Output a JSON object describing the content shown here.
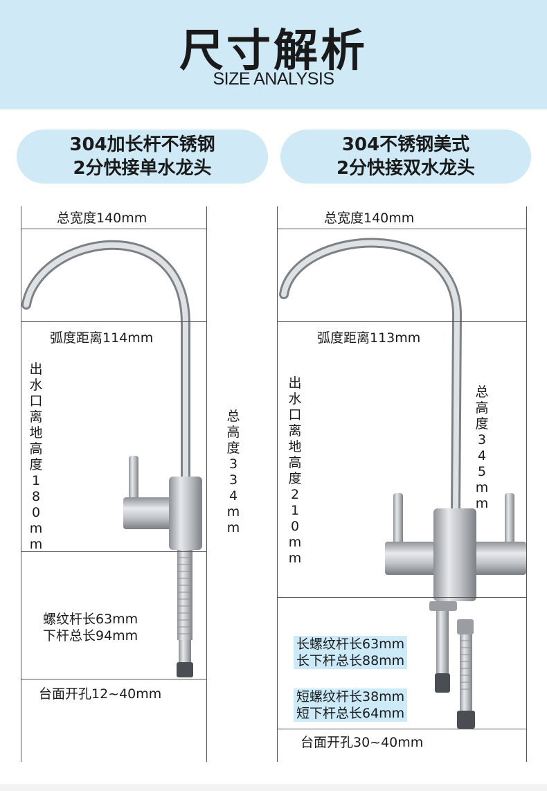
{
  "header": {
    "title": "尺寸解析",
    "subtitle": "SIZE ANALYSIS"
  },
  "left": {
    "pill_line1": "304加长杆不锈钢",
    "pill_line2": "2分快接单水龙头",
    "total_width": "总宽度140mm",
    "arc_distance": "弧度距离114mm",
    "outlet_height": "出水口离地高度180mm",
    "total_height": "总高度334mm",
    "thread_length": "螺纹杆长63mm",
    "lower_rod_length": "下杆总长94mm",
    "countertop_hole": "台面开孔12~40mm"
  },
  "right": {
    "pill_line1": "304不锈钢美式",
    "pill_line2": "2分快接双水龙头",
    "total_width": "总宽度140mm",
    "arc_distance": "弧度距离113mm",
    "outlet_height": "出水口离地高度210mm",
    "total_height": "总高度345mm",
    "long_thread": "长螺纹杆长63mm",
    "long_lower_rod": "长下杆总长88mm",
    "short_thread": "短螺纹杆长38mm",
    "short_lower_rod": "短下杆总长64mm",
    "countertop_hole": "台面开孔30~40mm"
  },
  "colors": {
    "accent_blue": "#cfe9f6",
    "steel": "#b9bcc0",
    "steel_dark": "#8c9095"
  }
}
